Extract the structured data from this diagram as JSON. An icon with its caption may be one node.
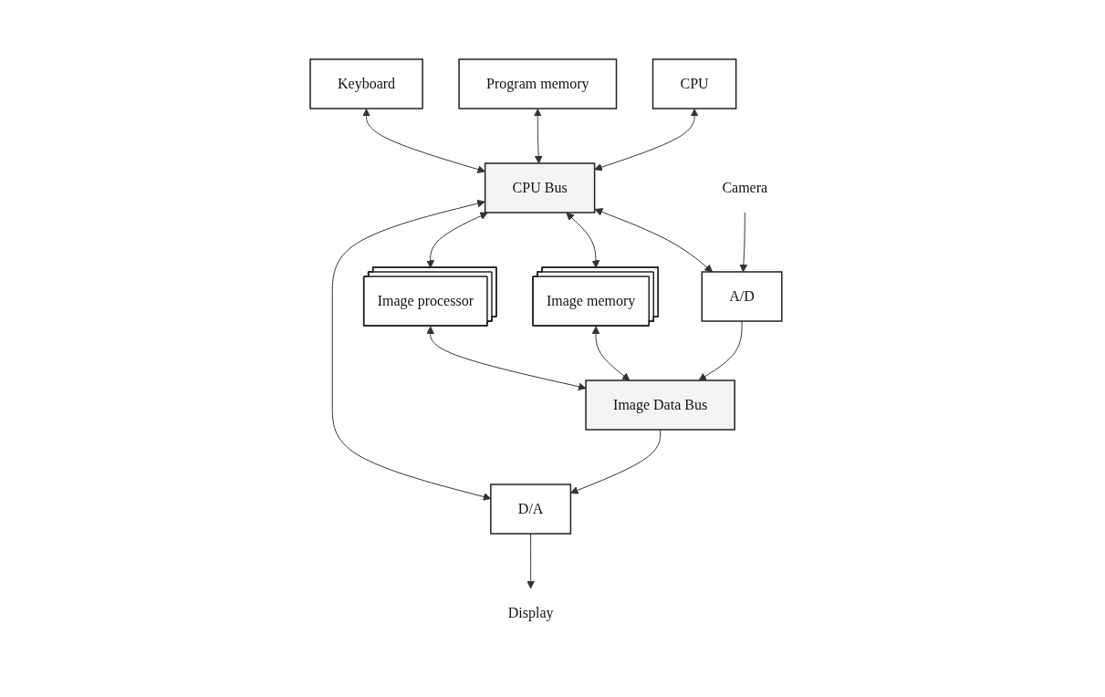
{
  "diagram": {
    "nodes": [
      {
        "text": [
          "CPU"
        ]
      },
      {
        "text": [
          "Program memory"
        ]
      },
      {
        "text": [
          "Keyboard"
        ]
      },
      {
        "text": [
          "CPU Bus"
        ]
      },
      {
        "text": [
          "Camera"
        ]
      },
      {
        "text": [
          "A/D"
        ]
      },
      {
        "text": [
          "Image memory"
        ]
      },
      {
        "text": [
          "Image processor"
        ]
      },
      {
        "text": [
          "D/A"
        ]
      },
      {
        "text": [
          "Display"
        ]
      },
      {
        "text": [
          "Image Data Bus"
        ]
      }
    ],
    "edges": [
      {
        "from": 0,
        "to": 3,
        "arrow": "both"
      },
      {
        "from": 1,
        "to": 3,
        "arrow": "both"
      },
      {
        "from": 2,
        "to": 3,
        "arrow": "both"
      },
      {
        "from": 3,
        "to": 5,
        "arrow": "both"
      },
      {
        "from": 3,
        "to": 6,
        "arrow": "both"
      },
      {
        "from": 3,
        "to": 7,
        "arrow": "both"
      },
      {
        "from": 3,
        "to": 8,
        "arrow": "both"
      },
      {
        "from": 4,
        "to": 5,
        "arrow": "to"
      },
      {
        "from": 8,
        "to": 9,
        "arrow": "to"
      },
      {
        "from": 5,
        "to": 10,
        "arrow": "to"
      },
      {
        "from": 6,
        "to": 10,
        "arrow": "both"
      },
      {
        "from": 7,
        "to": 10,
        "arrow": "both"
      },
      {
        "from": 10,
        "to": 8,
        "arrow": "to"
      }
    ]
  }
}
